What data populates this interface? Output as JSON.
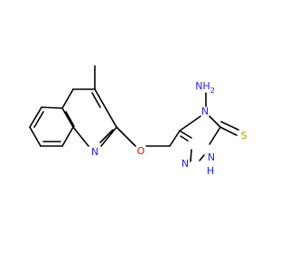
{
  "atoms": {
    "N_quinoline": "N",
    "O_ether": "O",
    "N_triazole_4": "N",
    "NH2_amino": "NH",
    "NH2_subscript": "2",
    "N_triazole_1": "N",
    "N_triazole_2": "N",
    "H_triazole": "H",
    "S_thione": "S"
  },
  "colors": {
    "nitrogen": "#2222ff",
    "oxygen": "#ff0000",
    "sulfur": "#b8a000",
    "bond": "#000000"
  }
}
